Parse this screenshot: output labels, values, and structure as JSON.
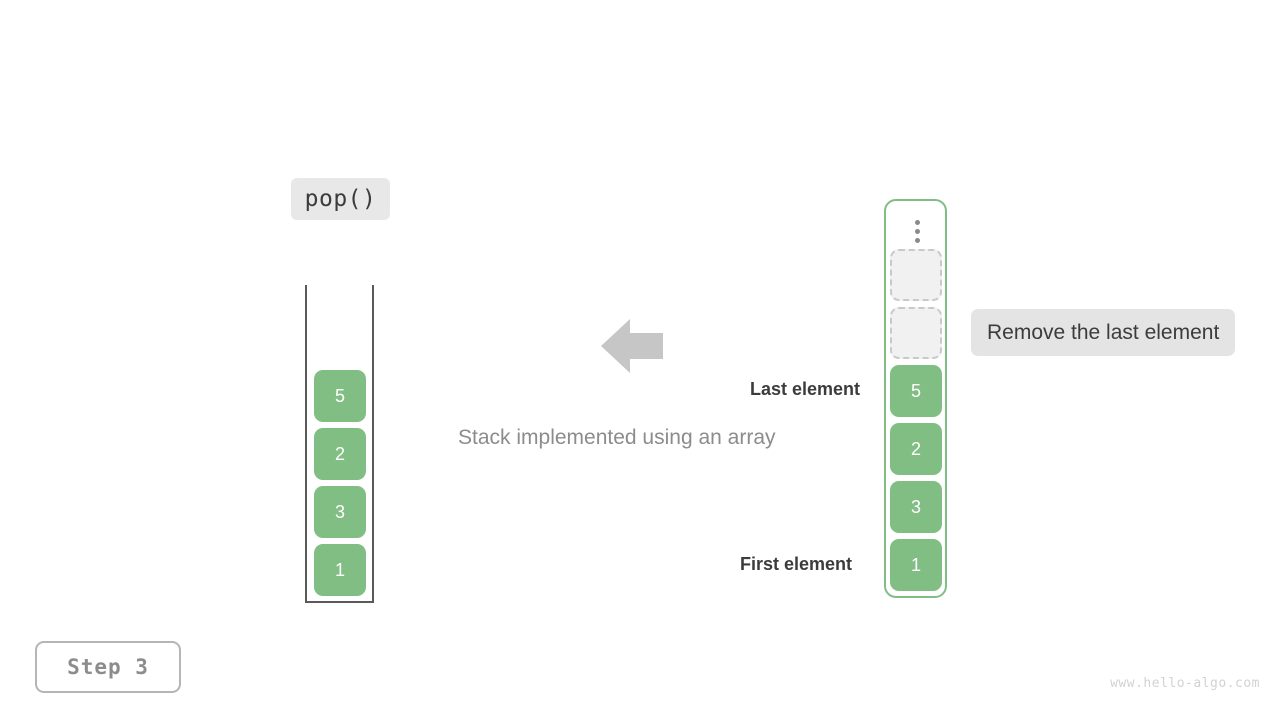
{
  "diagram": {
    "operation_label": "pop()",
    "caption": "Stack implemented using an array",
    "step_badge": "Step 3",
    "watermark": "www.hello-algo.com",
    "note": "Remove the last element",
    "labels": {
      "last_element": "Last element",
      "first_element": "First element"
    },
    "colors": {
      "element_fill": "#81be84",
      "element_text": "#ffffff",
      "empty_slot_fill": "#f1f1f1",
      "empty_slot_border": "#c9c9c9",
      "container_border": "#81be84",
      "stack_wall": "#5a5a5a",
      "arrow": "#c6c6c6",
      "chip_bg": "#e4e4e4",
      "caption_text": "#8c8c8c"
    },
    "stack_view": {
      "title": "stack",
      "elements": [
        "5",
        "2",
        "3",
        "1"
      ]
    },
    "array_view": {
      "title": "array",
      "overflow_indicator": "vertical-ellipsis",
      "empty_slots": [
        "",
        ""
      ],
      "elements": [
        "5",
        "2",
        "3",
        "1"
      ]
    },
    "arrow": {
      "direction": "left",
      "icon": "arrow-left-icon"
    }
  }
}
